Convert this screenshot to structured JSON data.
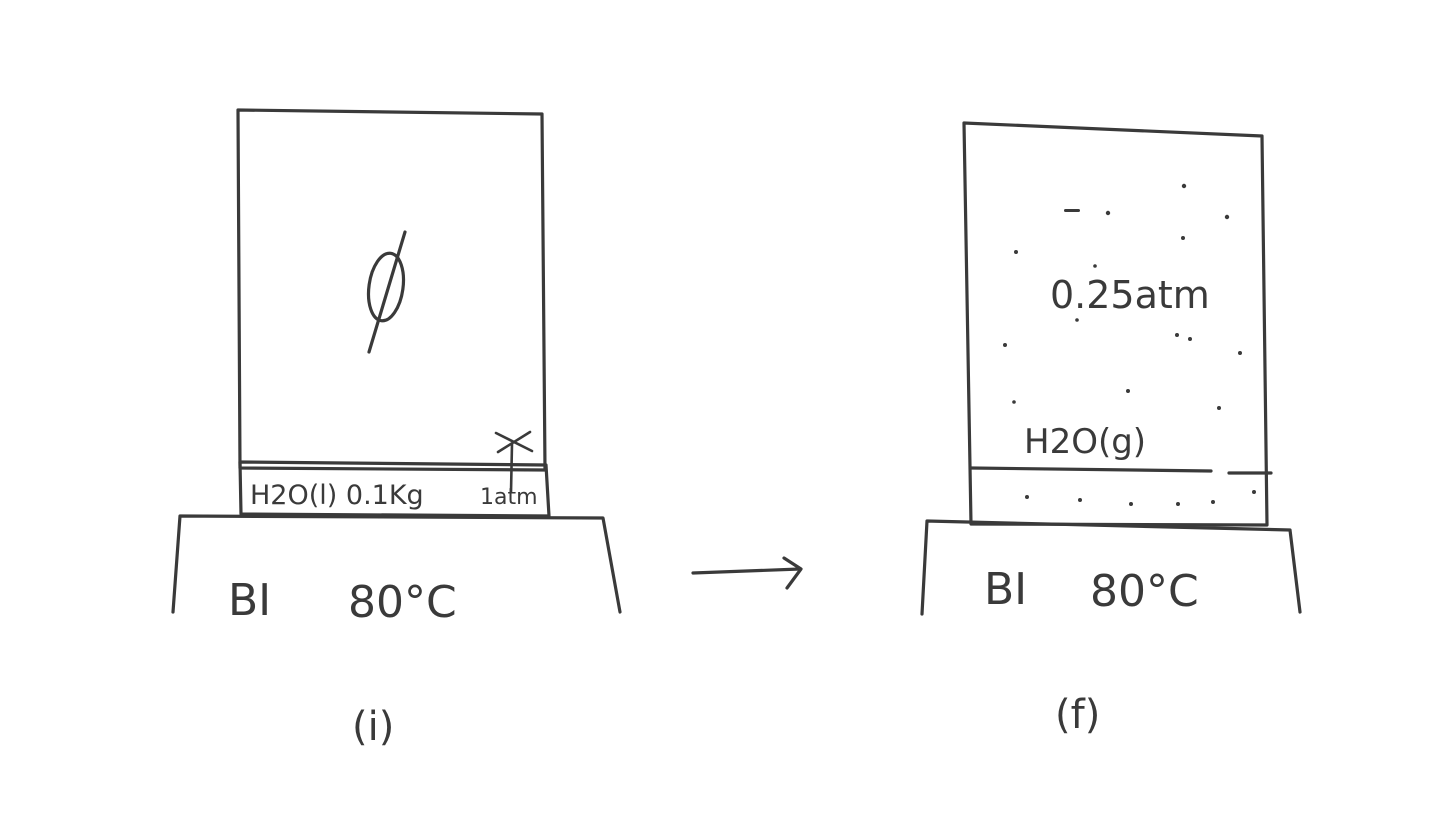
{
  "colors": {
    "ink": "#3a3a3a",
    "paper": "#ffffff"
  },
  "initial_state": {
    "empty_space_label": "ϕ",
    "liquid_label": "H2O(l)  0.1Kg",
    "pressure_label": "1atm",
    "bath_label": "BI",
    "temperature_label": "80°C",
    "state_label": "(i)"
  },
  "final_state": {
    "pressure_label": "0.25atm",
    "gas_label": "H2O(g)",
    "bath_label": "BI",
    "temperature_label": "80°C",
    "state_label": "(f)"
  },
  "icons": {
    "process_arrow": "right-arrow-icon",
    "piston_pin": "pin-arrow-icon"
  }
}
